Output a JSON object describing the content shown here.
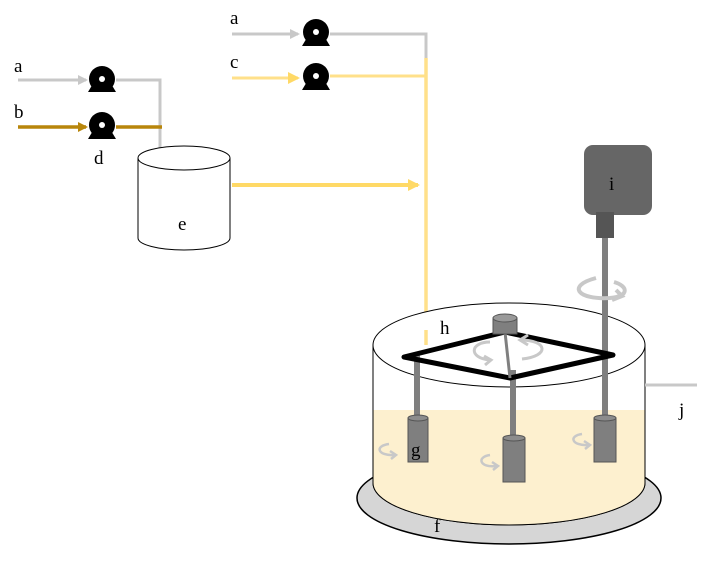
{
  "labels": {
    "a1": "a",
    "a2": "a",
    "b": "b",
    "c": "c",
    "d": "d",
    "e": "e",
    "f": "f",
    "g": "g",
    "h": "h",
    "i": "i",
    "j": "j"
  },
  "colors": {
    "gray_line": "#c8c8c8",
    "dark_gold_line": "#b8860b",
    "light_yellow_line": "#ffe08a",
    "liquid": "#fdf0cf",
    "pump": "#000000",
    "frame": "#000000",
    "impeller": "#7f7f7f",
    "motor": "#666666",
    "base": "#d6d6d6"
  },
  "icons": {
    "pump": "peristaltic-pump-icon",
    "rotation": "rotation-arrow-icon",
    "motor": "motor-icon",
    "container": "cylinder-container"
  }
}
